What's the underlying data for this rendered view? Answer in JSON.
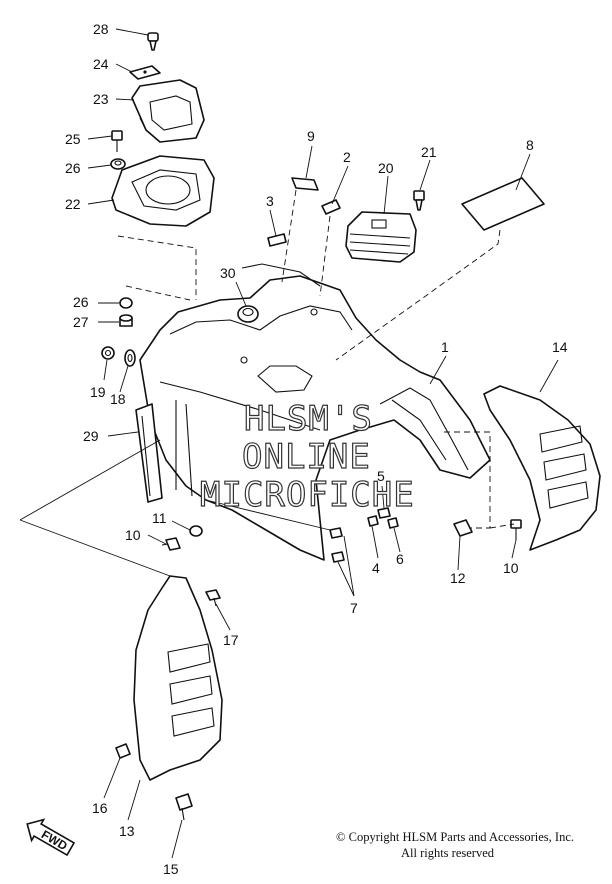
{
  "watermark": [
    "HLSM'S",
    "ONLINE",
    "MICROFICHE"
  ],
  "copyright": {
    "line1": "© Copyright HLSM Parts and Accessories, Inc.",
    "line2": "All rights reserved"
  },
  "fwd_label": "FWD",
  "callouts": {
    "n1": "1",
    "n2": "2",
    "n3": "3",
    "n4": "4",
    "n5": "5",
    "n6": "6",
    "n7": "7",
    "n8": "8",
    "n9": "9",
    "n10a": "10",
    "n10b": "10",
    "n11": "11",
    "n12": "12",
    "n13": "13",
    "n14": "14",
    "n15": "15",
    "n16": "16",
    "n17": "17",
    "n18": "18",
    "n19": "19",
    "n20": "20",
    "n21": "21",
    "n22": "22",
    "n23": "23",
    "n24": "24",
    "n25": "25",
    "n26a": "26",
    "n26b": "26",
    "n27": "27",
    "n28": "28",
    "n29": "29",
    "n30": "30"
  }
}
